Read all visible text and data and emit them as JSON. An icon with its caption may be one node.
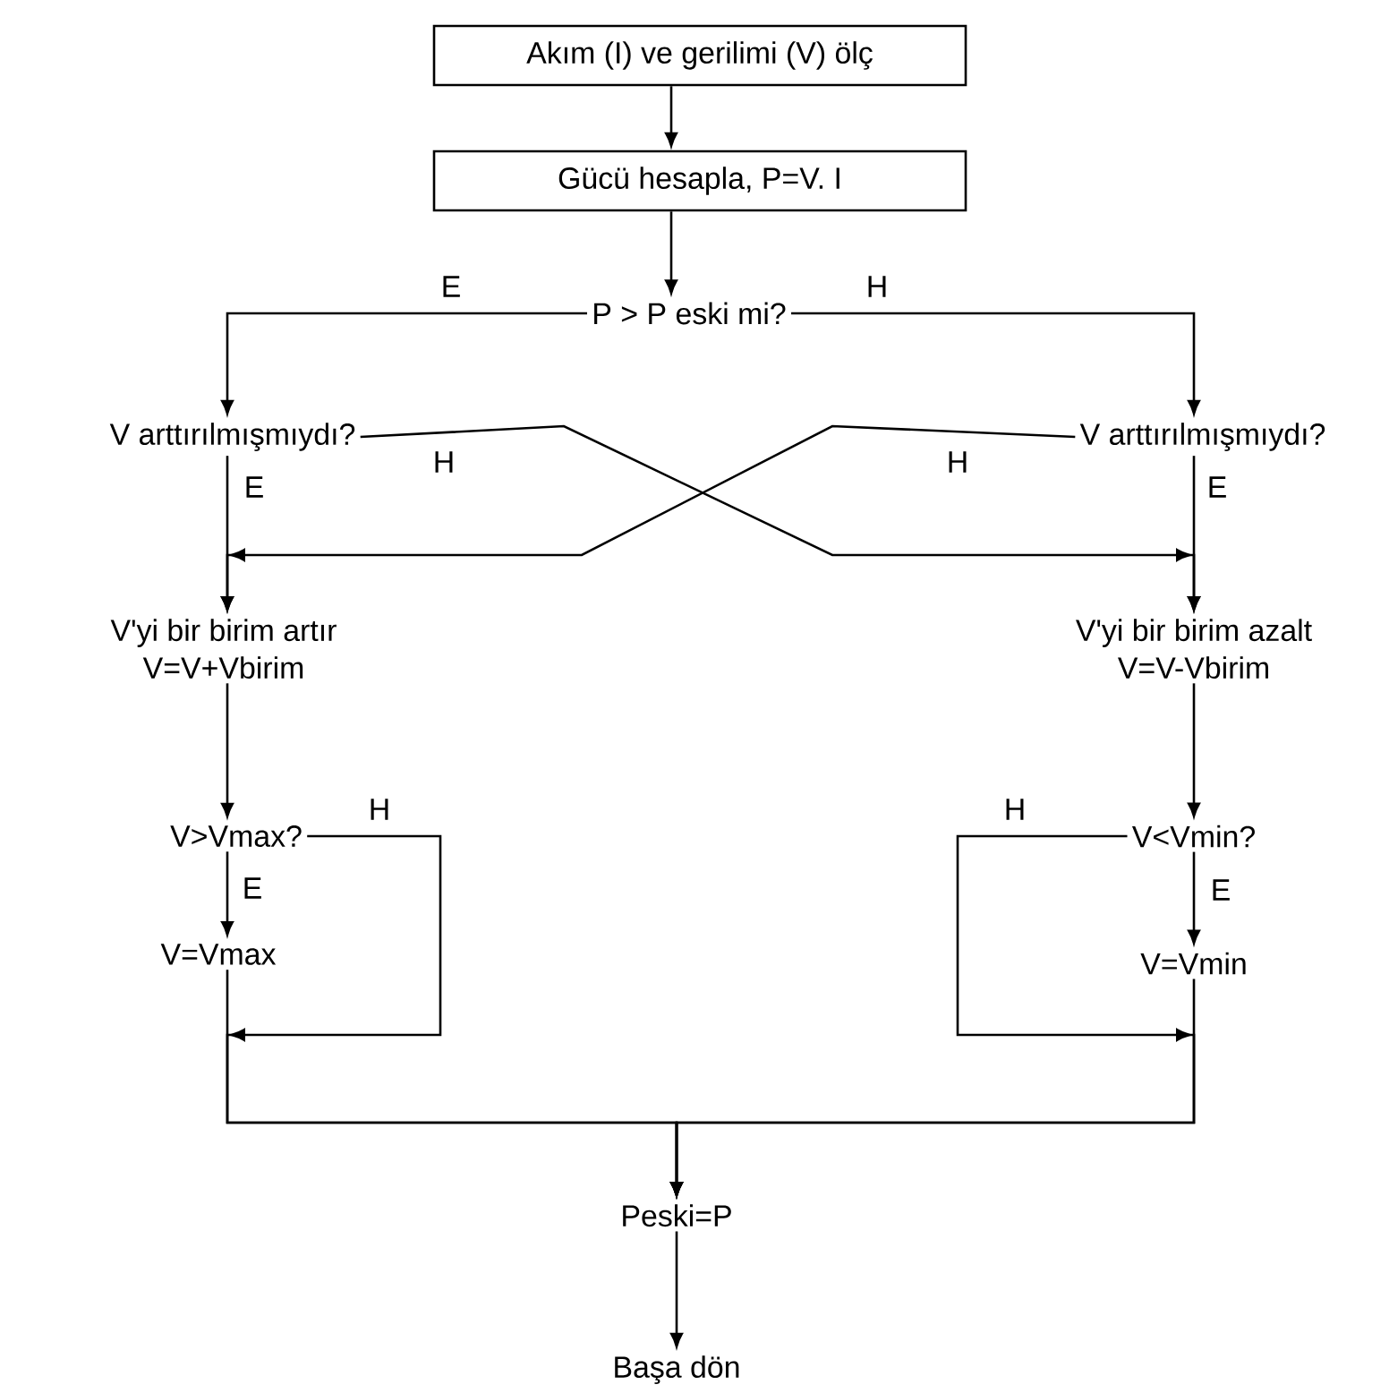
{
  "diagram": {
    "nodes": [
      {
        "text": [
          "Akım (I) ve gerilimi (V) ölç"
        ]
      },
      {
        "text": [
          "Gücü hesapla, P=V. I"
        ]
      },
      {
        "text": [
          "P > P eski mi?"
        ]
      },
      {
        "text": [
          "V arttırılmışmıydı?"
        ]
      },
      {
        "text": [
          "V arttırılmışmıydı?"
        ]
      },
      {
        "text": [
          "V'yi bir birim artır",
          "V=V+Vbirim"
        ]
      },
      {
        "text": [
          "V'yi bir birim azalt",
          "V=V-Vbirim"
        ]
      },
      {
        "text": [
          "V>Vmax?"
        ]
      },
      {
        "text": [
          "V=Vmax"
        ]
      },
      {
        "text": [
          "V<Vmin?"
        ]
      },
      {
        "text": [
          "V=Vmin"
        ]
      },
      {
        "text": [
          "Peski=P"
        ]
      },
      {
        "text": [
          "Başa dön"
        ]
      }
    ],
    "edges": [
      {
        "from": 0,
        "to": 1,
        "arrow": "to"
      },
      {
        "from": 1,
        "to": 2,
        "arrow": "to"
      },
      {
        "from": 2,
        "to": 3,
        "arrow": "to",
        "label": "E"
      },
      {
        "from": 2,
        "to": 4,
        "arrow": "to",
        "label": "H"
      },
      {
        "from": 3,
        "to": 5,
        "arrow": "to",
        "label": "E"
      },
      {
        "from": 3,
        "to": 6,
        "arrow": "to",
        "label": "H"
      },
      {
        "from": 4,
        "to": 6,
        "arrow": "to",
        "label": "E"
      },
      {
        "from": 4,
        "to": 5,
        "arrow": "to",
        "label": "H"
      },
      {
        "from": 5,
        "to": 7,
        "arrow": "to"
      },
      {
        "from": 6,
        "to": 9,
        "arrow": "to"
      },
      {
        "from": 7,
        "to": 8,
        "arrow": "to",
        "label": "E"
      },
      {
        "from": 7,
        "to": 11,
        "arrow": "to",
        "label": "H"
      },
      {
        "from": 9,
        "to": 10,
        "arrow": "to",
        "label": "E"
      },
      {
        "from": 9,
        "to": 11,
        "arrow": "to",
        "label": "H"
      },
      {
        "from": 8,
        "to": 11,
        "arrow": "to"
      },
      {
        "from": 10,
        "to": 11,
        "arrow": "to"
      },
      {
        "from": 11,
        "to": 12,
        "arrow": "to"
      }
    ]
  }
}
